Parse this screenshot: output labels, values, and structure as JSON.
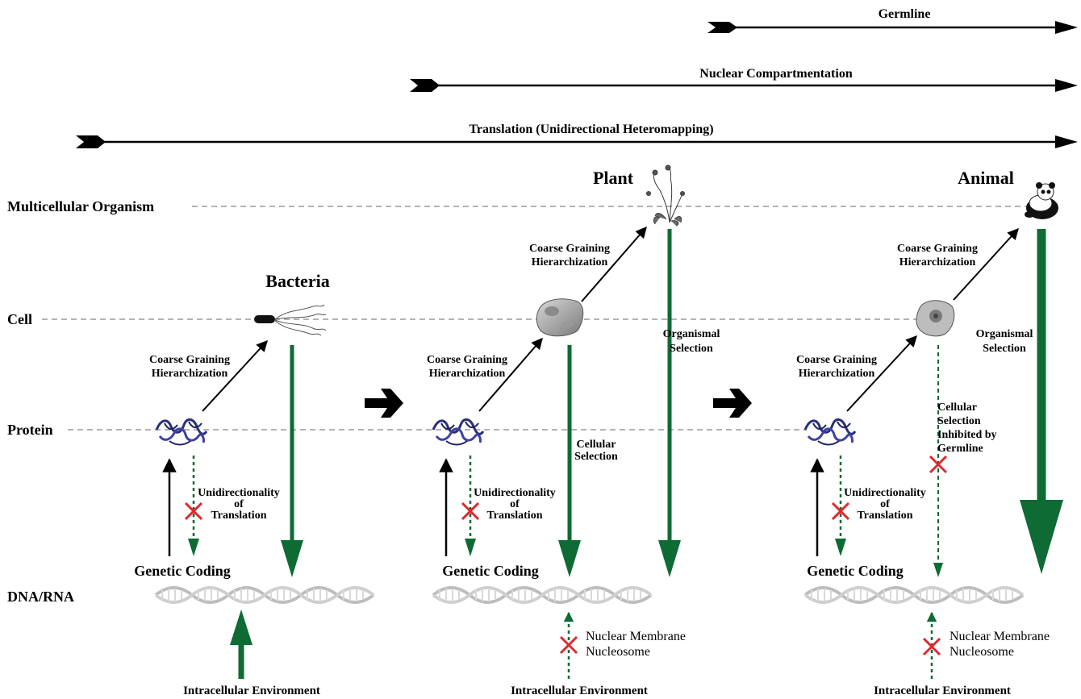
{
  "timeline": {
    "germline": "Germline",
    "nuclear": "Nuclear Compartmentation",
    "translation": "Translation (Unidirectional Heteromapping)"
  },
  "levels": {
    "organism": "Multicellular Organism",
    "cell": "Cell",
    "protein": "Protein",
    "dna": "DNA/RNA"
  },
  "panels": {
    "bacteria": {
      "title": "Bacteria",
      "coarse1": "Coarse Graining",
      "coarse2": "Hierarchization",
      "genetic": "Genetic Coding",
      "unidir1": "Unidirectionality",
      "unidir2": "of",
      "unidir3": "Translation",
      "env": "Intracellular Environment"
    },
    "plant": {
      "title": "Plant",
      "coarse_a1": "Coarse Graining",
      "coarse_a2": "Hierarchization",
      "coarse_b1": "Coarse Graining",
      "coarse_b2": "Hierarchization",
      "organismal1": "Organismal",
      "organismal2": "Selection",
      "cellular1": "Cellular",
      "cellular2": "Selection",
      "genetic": "Genetic Coding",
      "unidir1": "Unidirectionality",
      "unidir2": "of",
      "unidir3": "Translation",
      "membrane1": "Nuclear Membrane",
      "membrane2": "Nucleosome",
      "env": "Intracellular Environment"
    },
    "animal": {
      "title": "Animal",
      "coarse_a1": "Coarse Graining",
      "coarse_a2": "Hierarchization",
      "coarse_b1": "Coarse Graining",
      "coarse_b2": "Hierarchization",
      "organismal1": "Organismal",
      "organismal2": "Selection",
      "inhib1": "Cellular",
      "inhib2": "Selection",
      "inhib3": "Inhibited by",
      "inhib4": "Germline",
      "genetic": "Genetic Coding",
      "unidir1": "Unidirectionality",
      "unidir2": "of",
      "unidir3": "Translation",
      "membrane1": "Nuclear Membrane",
      "membrane2": "Nucleosome",
      "env": "Intracellular Environment"
    }
  },
  "colors": {
    "green": "#0e6b34",
    "red": "#e0282e",
    "guide": "#9a9a9a"
  }
}
